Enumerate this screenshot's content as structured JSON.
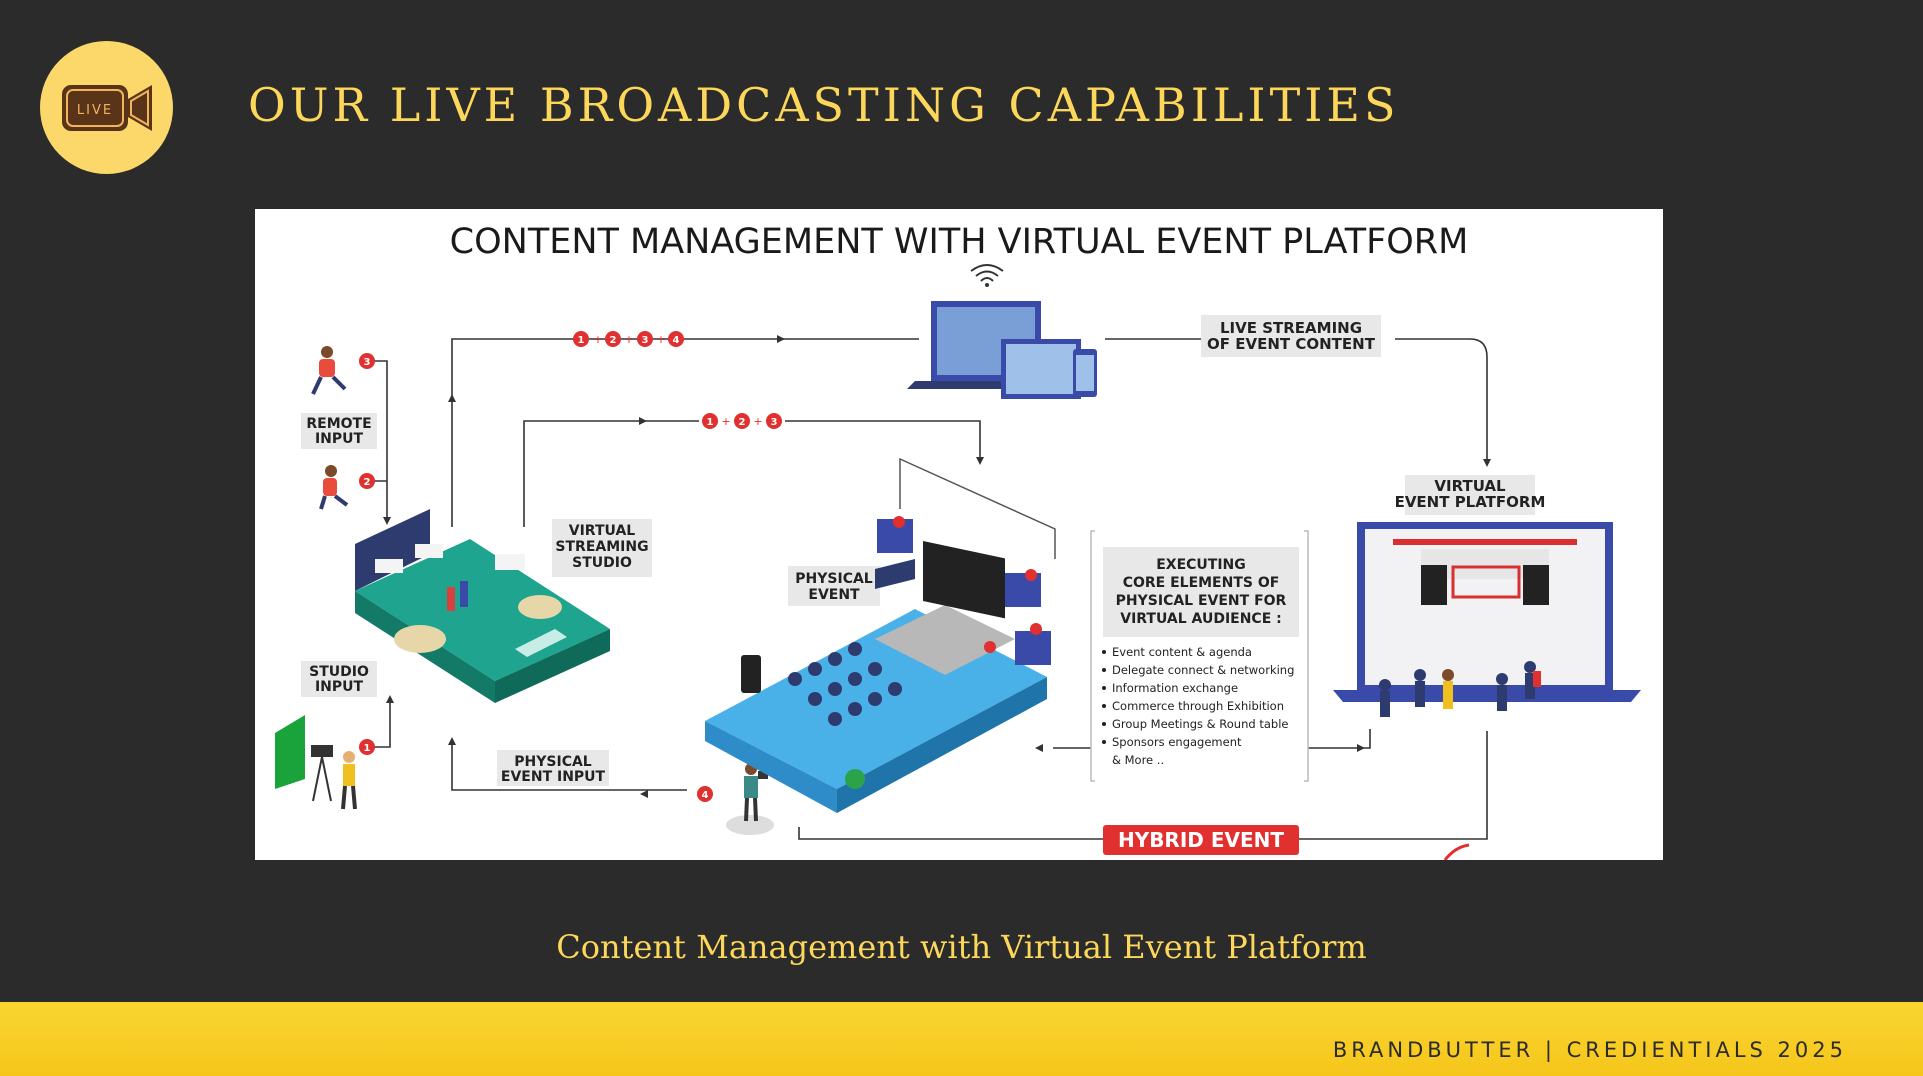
{
  "slide": {
    "logo_text": "LIVE",
    "title": "OUR LIVE BROADCASTING CAPABILITIES",
    "caption": "Content Management with Virtual Event Platform",
    "footer": "BRANDBUTTER | CREDIENTIALS 2025"
  },
  "diagram": {
    "heading": "CONTENT MANAGEMENT WITH VIRTUAL EVENT PLATFORM",
    "remote_input": [
      "REMOTE",
      "INPUT"
    ],
    "studio_input": [
      "STUDIO",
      "INPUT"
    ],
    "physical_event_input": [
      "PHYSICAL",
      "EVENT INPUT"
    ],
    "virtual_streaming_studio": [
      "VIRTUAL",
      "STREAMING",
      "STUDIO"
    ],
    "physical_event": [
      "PHYSICAL",
      "EVENT"
    ],
    "live_streaming": [
      "LIVE STREAMING",
      "OF EVENT CONTENT"
    ],
    "virtual_event_platform": [
      "VIRTUAL",
      "EVENT PLATFORM"
    ],
    "executing": [
      "EXECUTING",
      "CORE ELEMENTS OF",
      "PHYSICAL EVENT FOR",
      "VIRTUAL AUDIENCE :"
    ],
    "bullets": [
      "Event content & agenda",
      "Delegate connect & networking",
      "Information exchange",
      "Commerce through Exhibition",
      "Group Meetings & Round table",
      "Sponsors engagement"
    ],
    "more": "& More ..",
    "hybrid_event": "HYBRID EVENT",
    "flow_top": [
      "1",
      "+",
      "2",
      "+",
      "3",
      "+",
      "4"
    ],
    "flow_mid": [
      "1",
      "+",
      "2",
      "+",
      "3"
    ],
    "badge_1": "1",
    "badge_2": "2",
    "badge_3": "3",
    "badge_4": "4"
  },
  "colors": {
    "background": "#2b2b2b",
    "accent_yellow": "#fcd75a",
    "footer_yellow": "#f9d531",
    "diagram_red": "#e03030",
    "studio_teal": "#1fa58f",
    "platform_blue": "#3a4aa8",
    "stage_blue": "#4ab0e8"
  }
}
